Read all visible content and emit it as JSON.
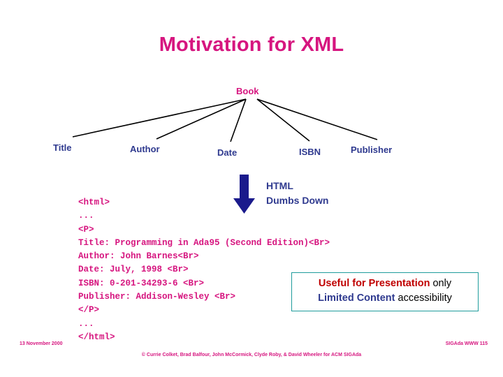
{
  "slide": {
    "title": "Motivation for XML",
    "tree": {
      "root_label": "Book",
      "children": [
        "Title",
        "Author",
        "Date",
        "ISBN",
        "Publisher"
      ]
    },
    "dumbs_down": {
      "line1": "HTML",
      "line2": "Dumbs Down"
    },
    "code": "<html>\n...\n<P>\nTitle: Programming in Ada95 (Second Edition)<Br>\nAuthor: John Barnes<Br>\nDate: July, 1998 <Br>\nISBN: 0-201-34293-6 <Br>\nPublisher: Addison-Wesley <Br>\n</P>\n...\n</html>",
    "callout": {
      "line1_a": "Useful for Presentation",
      "line1_b": "only",
      "line2_a": "Limited Content",
      "line2_b": "accessibility"
    },
    "footer": {
      "left": "13 November 2000",
      "right": "SIGAda WWW 115",
      "center": "© Currie Colket, Brad Balfour, John McCormick, Clyde Roby, & David Wheeler for ACM SIGAda"
    },
    "colors": {
      "magenta": "#d6157f",
      "navy": "#2f3a8f",
      "teal": "#1f9c9c",
      "red": "#c00000",
      "black": "#000000"
    }
  }
}
